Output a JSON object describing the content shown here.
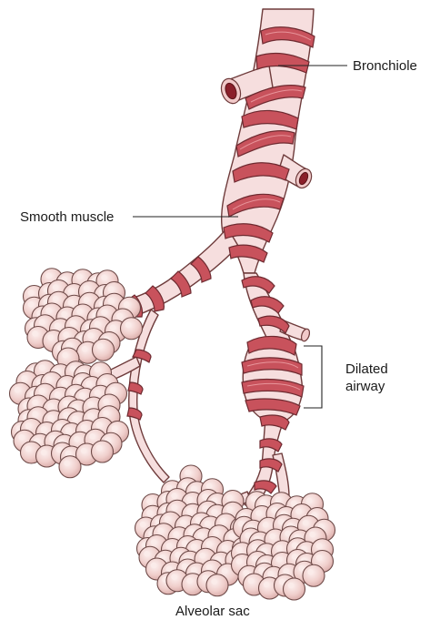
{
  "labels": {
    "bronchiole": "Bronchiole",
    "smooth_muscle": "Smooth muscle",
    "dilated_airway_line1": "Dilated",
    "dilated_airway_line2": "airway",
    "alveolar_sac": "Alveolar sac"
  },
  "colors": {
    "airway_wall": "#f6dede",
    "muscle_band": "#c8525c",
    "lumen": "#8a1f2a",
    "alveoli": "#f2d2d0",
    "outline": "#6e3b3b"
  }
}
